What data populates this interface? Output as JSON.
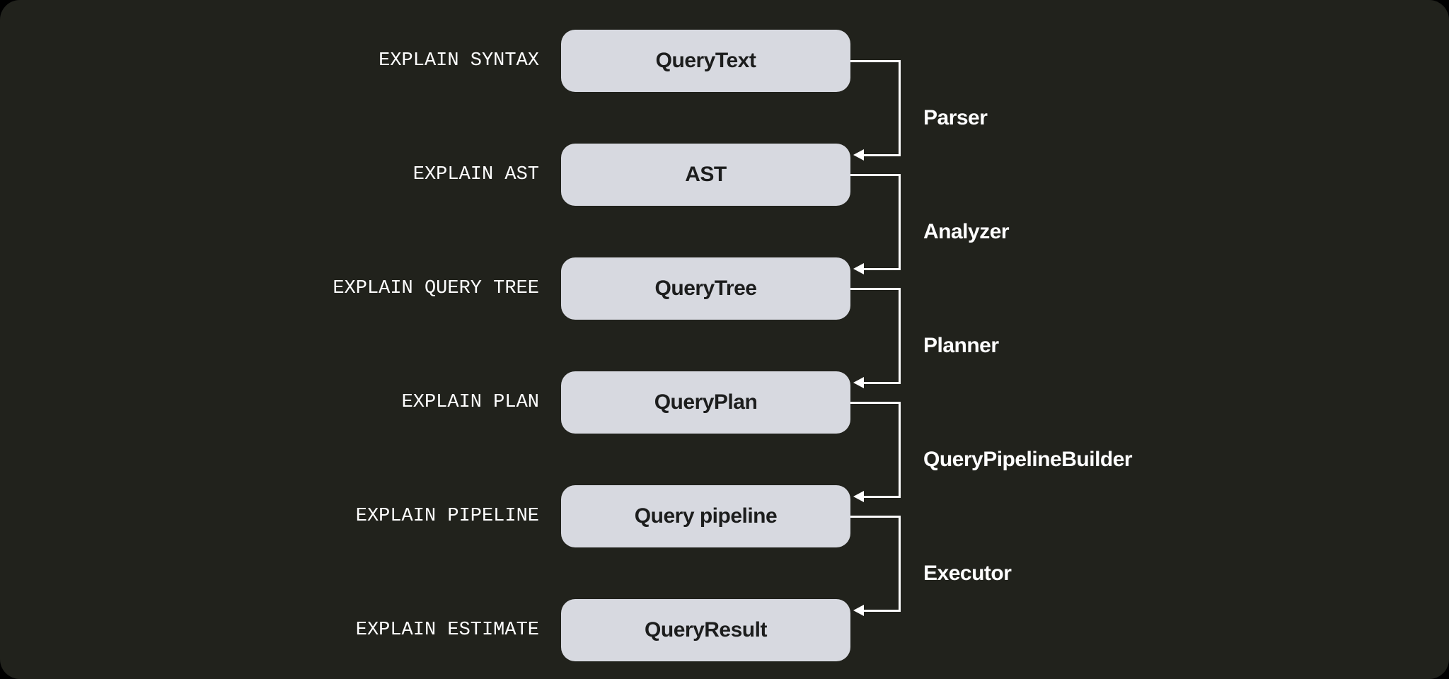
{
  "diagram": {
    "rows": [
      {
        "command": "EXPLAIN SYNTAX",
        "artifact": "QueryText"
      },
      {
        "command": "EXPLAIN AST",
        "artifact": "AST"
      },
      {
        "command": "EXPLAIN QUERY TREE",
        "artifact": "QueryTree"
      },
      {
        "command": "EXPLAIN PLAN",
        "artifact": "QueryPlan"
      },
      {
        "command": "EXPLAIN PIPELINE",
        "artifact": "Query pipeline"
      },
      {
        "command": "EXPLAIN ESTIMATE",
        "artifact": "QueryResult"
      }
    ],
    "transitions": [
      {
        "stage": "Parser",
        "from": "QueryText",
        "to": "AST"
      },
      {
        "stage": "Analyzer",
        "from": "AST",
        "to": "QueryTree"
      },
      {
        "stage": "Planner",
        "from": "QueryTree",
        "to": "QueryPlan"
      },
      {
        "stage": "QueryPipelineBuilder",
        "from": "QueryPlan",
        "to": "Query pipeline"
      },
      {
        "stage": "Executor",
        "from": "Query pipeline",
        "to": "QueryResult"
      }
    ],
    "colors": {
      "canvas_background": "#21221c",
      "node_fill": "#d7d9e0",
      "node_text": "#1c1d1d",
      "line": "#ffffff",
      "label_text": "#ffffff"
    }
  }
}
